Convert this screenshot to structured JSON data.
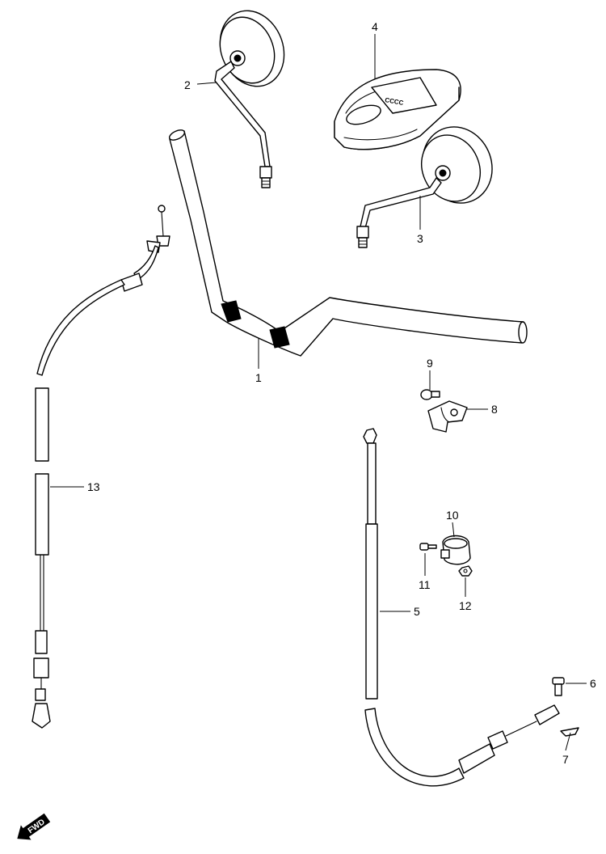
{
  "callouts": {
    "c1": "1",
    "c2": "2",
    "c3": "3",
    "c4": "4",
    "c5": "5",
    "c6": "6",
    "c7": "7",
    "c8": "8",
    "c9": "9",
    "c10": "10",
    "c11": "11",
    "c12": "12",
    "c13": "13"
  },
  "fwd_label": "FWD",
  "colors": {
    "line": "#000000",
    "background": "#ffffff"
  }
}
